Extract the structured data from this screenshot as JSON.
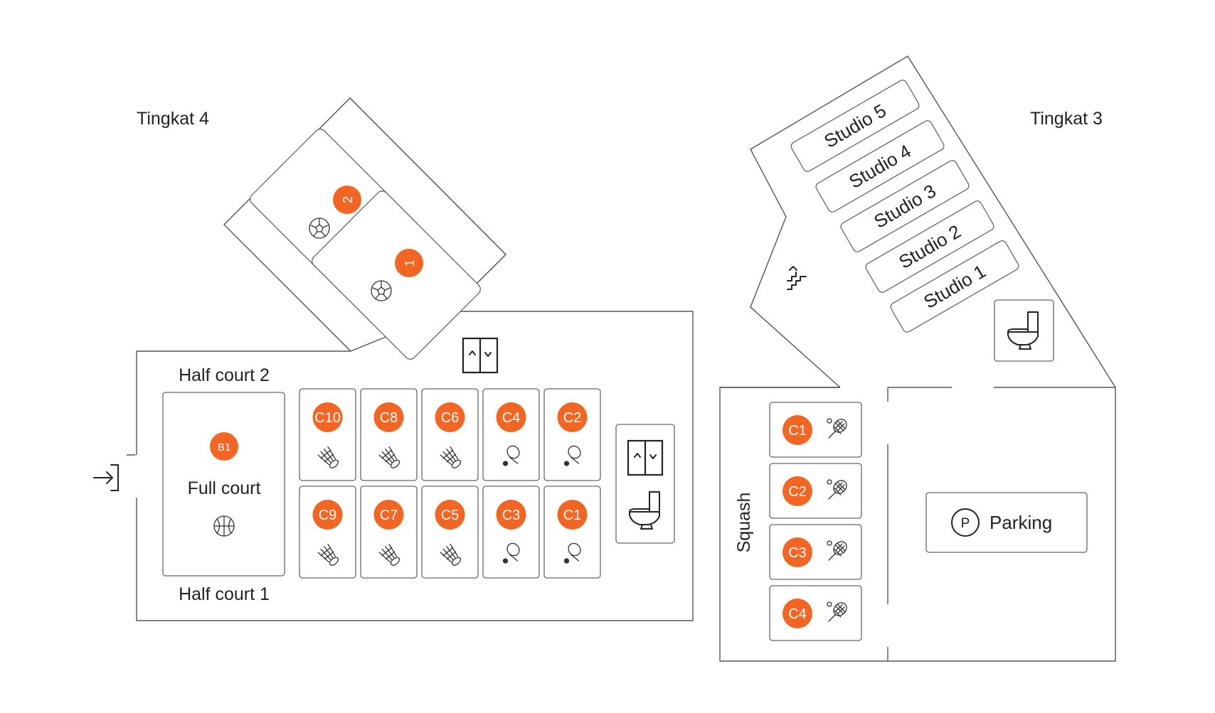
{
  "floors": {
    "level4_title": "Tingkat 4",
    "level3_title": "Tingkat 3"
  },
  "level4": {
    "futsal_courts": [
      {
        "badge": "2",
        "icon": "soccer-ball-icon"
      },
      {
        "badge": "1",
        "icon": "soccer-ball-icon"
      }
    ],
    "basketball": {
      "half_court_top": "Half court 2",
      "half_court_bottom": "Half court 1",
      "badge": "B1",
      "label": "Full court",
      "icon": "basketball-icon"
    },
    "courts_top_row": [
      {
        "badge": "C10",
        "icon": "shuttlecock-icon"
      },
      {
        "badge": "C8",
        "icon": "shuttlecock-icon"
      },
      {
        "badge": "C6",
        "icon": "shuttlecock-icon"
      },
      {
        "badge": "C4",
        "icon": "pickleball-icon"
      },
      {
        "badge": "C2",
        "icon": "pickleball-icon"
      }
    ],
    "courts_bottom_row": [
      {
        "badge": "C9",
        "icon": "shuttlecock-icon"
      },
      {
        "badge": "C7",
        "icon": "shuttlecock-icon"
      },
      {
        "badge": "C5",
        "icon": "shuttlecock-icon"
      },
      {
        "badge": "C3",
        "icon": "pickleball-icon"
      },
      {
        "badge": "C1",
        "icon": "pickleball-icon"
      }
    ],
    "amenities": [
      "elevator-icon",
      "toilet-icon",
      "entrance-icon"
    ]
  },
  "level3": {
    "studios": [
      "Studio 5",
      "Studio 4",
      "Studio 3",
      "Studio 2",
      "Studio 1"
    ],
    "squash_label": "Squash",
    "squash_courts": [
      {
        "badge": "C1",
        "icon": "squash-racket-icon"
      },
      {
        "badge": "C2",
        "icon": "squash-racket-icon"
      },
      {
        "badge": "C3",
        "icon": "squash-racket-icon"
      },
      {
        "badge": "C4",
        "icon": "squash-racket-icon"
      }
    ],
    "parking_symbol": "P",
    "parking_label": "Parking",
    "amenities": [
      "stairs-icon",
      "toilet-icon"
    ]
  },
  "colors": {
    "accent": "#f26522",
    "outline": "#555555",
    "text": "#222222"
  }
}
